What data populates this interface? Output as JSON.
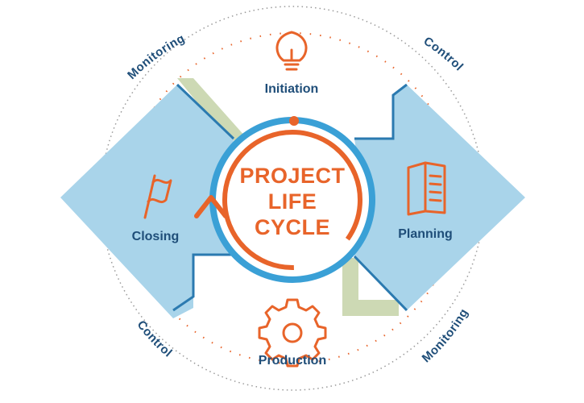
{
  "center": {
    "line1": "PROJECT",
    "line2": "LIFE",
    "line3": "CYCLE"
  },
  "stages": {
    "initiation": {
      "label": "Initiation",
      "icon": "lightbulb-icon"
    },
    "planning": {
      "label": "Planning",
      "icon": "document-icon"
    },
    "production": {
      "label": "Production",
      "icon": "gear-icon"
    },
    "closing": {
      "label": "Closing",
      "icon": "flag-icon"
    }
  },
  "arc_labels": {
    "top_left": "Monitoring",
    "top_right": "Control",
    "bottom_right": "Monitoring",
    "bottom_left": "Control"
  },
  "colors": {
    "orange": "#e8642a",
    "navy": "#1f4e79",
    "light_blue": "#a9d4ea",
    "mid_blue": "#3aa0d6",
    "steel_blue": "#2b7ab0",
    "olive_shadow": "#cdd9b4"
  }
}
